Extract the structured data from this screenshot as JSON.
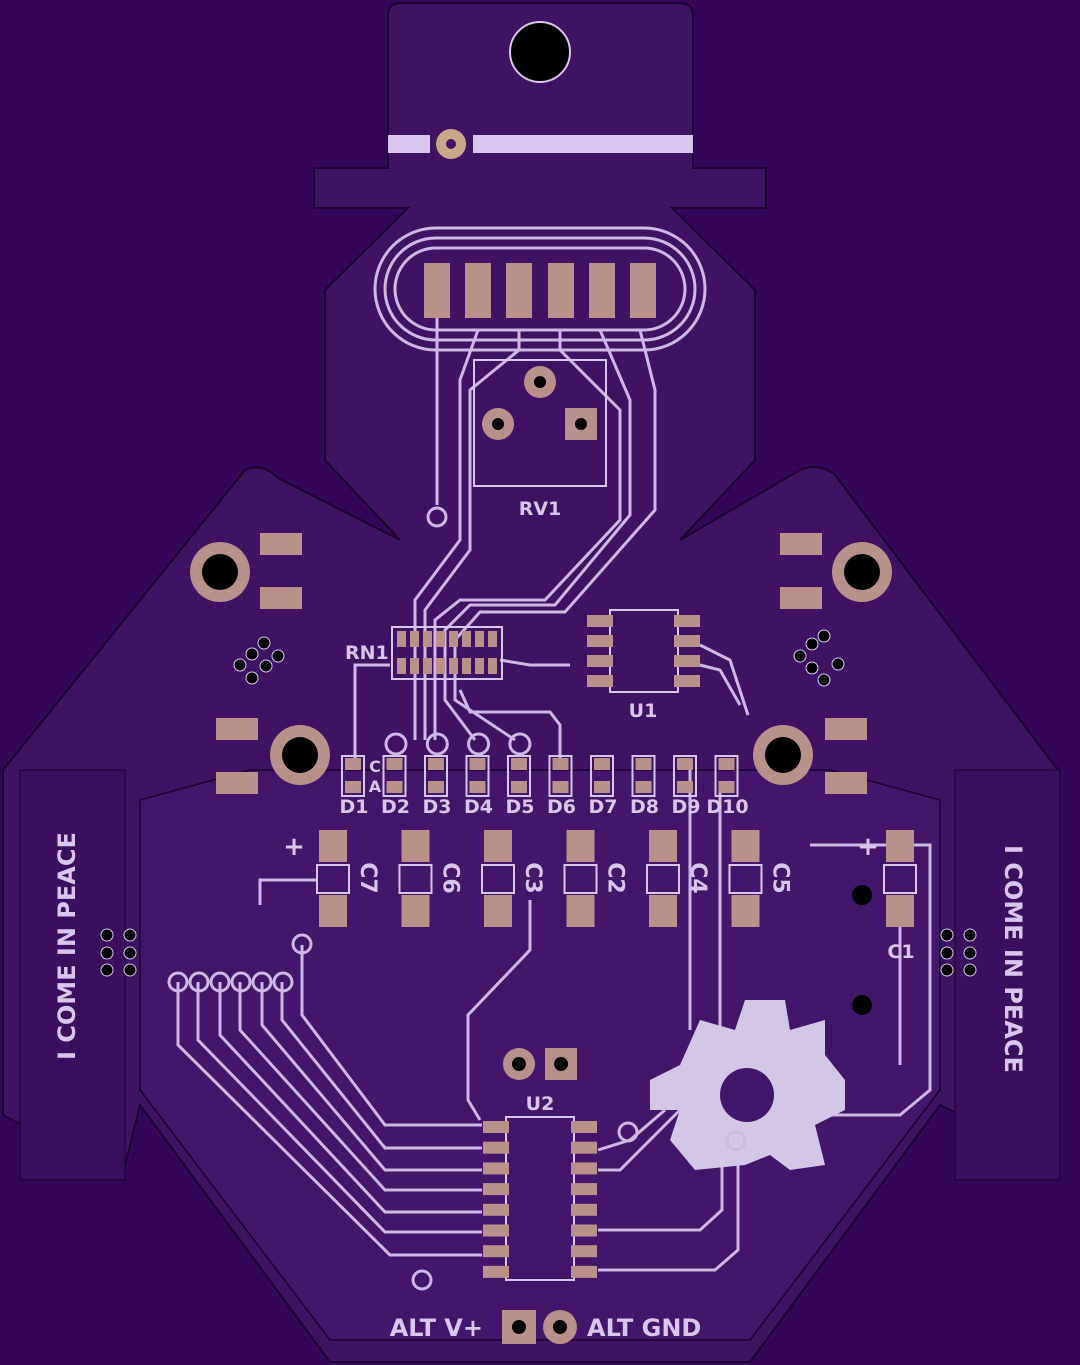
{
  "colors": {
    "background": "#330659",
    "board": "#3f1364",
    "silkscreen": "#d8c6ec",
    "pad": "#b8928a"
  },
  "labels": {
    "rv1": "RV1",
    "rn1": "RN1",
    "u1": "U1",
    "u2": "U2",
    "cathode": "C",
    "anode": "A",
    "diodes": [
      "D1",
      "D2",
      "D3",
      "D4",
      "D5",
      "D6",
      "D7",
      "D8",
      "D9",
      "D10"
    ],
    "caps": [
      "C7",
      "C6",
      "C3",
      "C2",
      "C4",
      "C5"
    ],
    "c1": "C1",
    "plus": "+",
    "slogan_left": "I COME IN PEACE",
    "slogan_right": "I COME IN PEACE",
    "alt_vplus": "ALT V+",
    "alt_gnd": "ALT GND"
  },
  "icons": [
    "mounting-hole-icon",
    "gear-logo-icon",
    "oshw-logo-icon"
  ]
}
